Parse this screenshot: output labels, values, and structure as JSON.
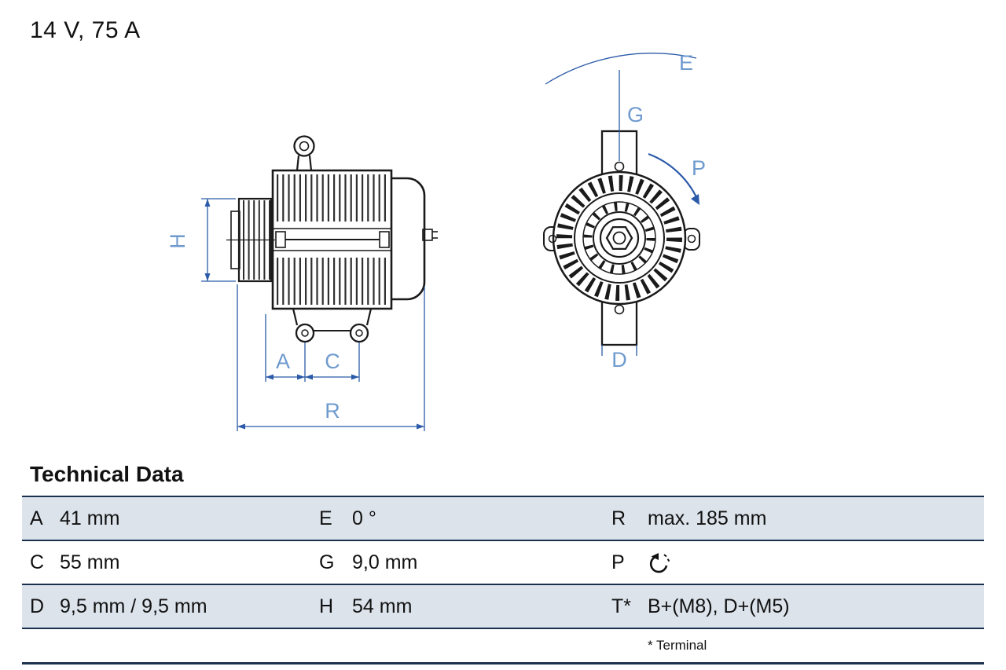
{
  "title": "14 V, 75 A",
  "drawing": {
    "dim_labels": {
      "H": "H",
      "A": "A",
      "C": "C",
      "R": "R",
      "E": "E",
      "G": "G",
      "P": "P",
      "D": "D"
    }
  },
  "technical_data": {
    "heading": "Technical Data",
    "rows": [
      {
        "cells": [
          {
            "key": "A",
            "value": "41 mm"
          },
          {
            "key": "E",
            "value": "0 °"
          },
          {
            "key": "R",
            "value": "max. 185 mm"
          }
        ]
      },
      {
        "cells": [
          {
            "key": "C",
            "value": "55 mm"
          },
          {
            "key": "G",
            "value": "9,0 mm"
          },
          {
            "key": "P",
            "value": "",
            "icon": "rotation-ccw"
          }
        ]
      },
      {
        "cells": [
          {
            "key": "D",
            "value": "9,5 mm / 9,5 mm"
          },
          {
            "key": "H",
            "value": "54 mm"
          },
          {
            "key": "T*",
            "value": "B+(M8), D+(M5)"
          }
        ]
      }
    ],
    "footnote": "* Terminal"
  },
  "colors": {
    "dimension_line": "#2b5aa8",
    "dimension_label": "#6e9ace",
    "table_rule": "#1c3150",
    "row_shade": "#dce3eb",
    "line_black": "#1a1a1a"
  }
}
